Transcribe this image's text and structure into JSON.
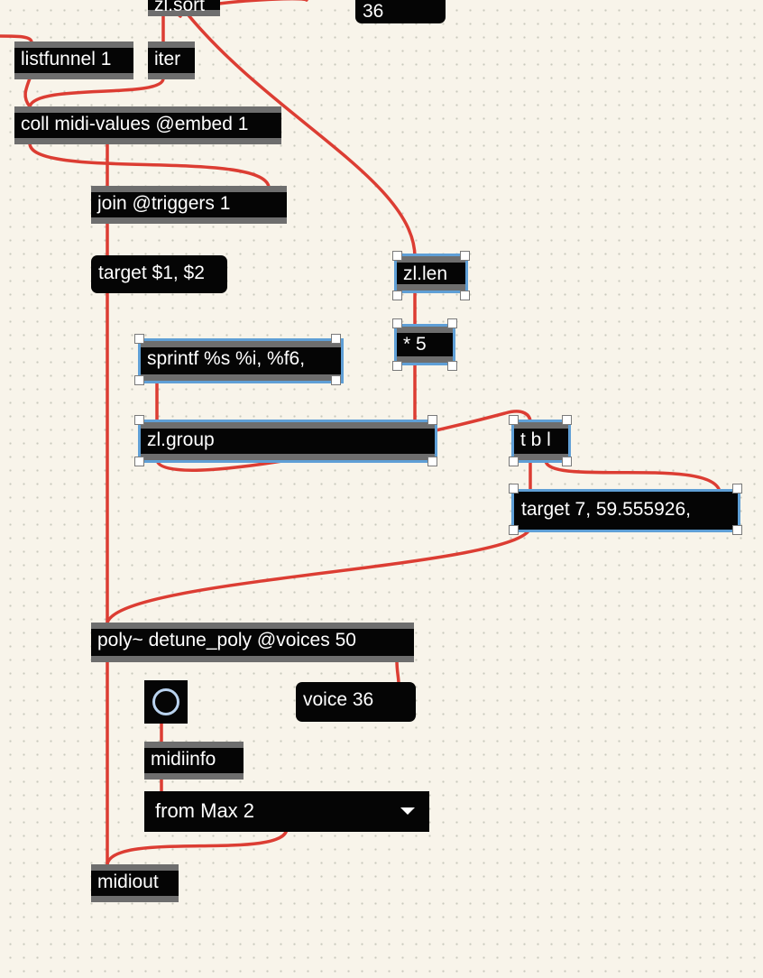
{
  "objects": {
    "zl_sort": "zl.sort",
    "listfunnel": "listfunnel 1",
    "iter": "iter",
    "coll": "coll midi-values @embed 1",
    "join": "join @triggers 1",
    "zl_len": "zl.len",
    "times5": "* 5",
    "sprintf": "sprintf %s %i, %f6,",
    "zl_group": "zl.group",
    "tbl": "t b l",
    "poly": "poly~ detune_poly @voices 50",
    "midiinfo": "midiinfo",
    "midiout": "midiout"
  },
  "messages": {
    "top_number": "36",
    "target_pair": "target $1, $2",
    "target_value": "target 7, 59.555926,",
    "voice": "voice 36"
  },
  "menu": {
    "selected": "from Max 2"
  },
  "colors": {
    "canvas": "#f8f4ea",
    "patch_cord": "#dc3d33",
    "object_bg": "#050505",
    "object_border": "#6e6e6e",
    "selection": "#5f9fd6",
    "toggle_ring": "#b9d2ee"
  },
  "icons": {
    "toggle": "circle-outline-icon",
    "dropdown": "triangle-down-icon"
  }
}
